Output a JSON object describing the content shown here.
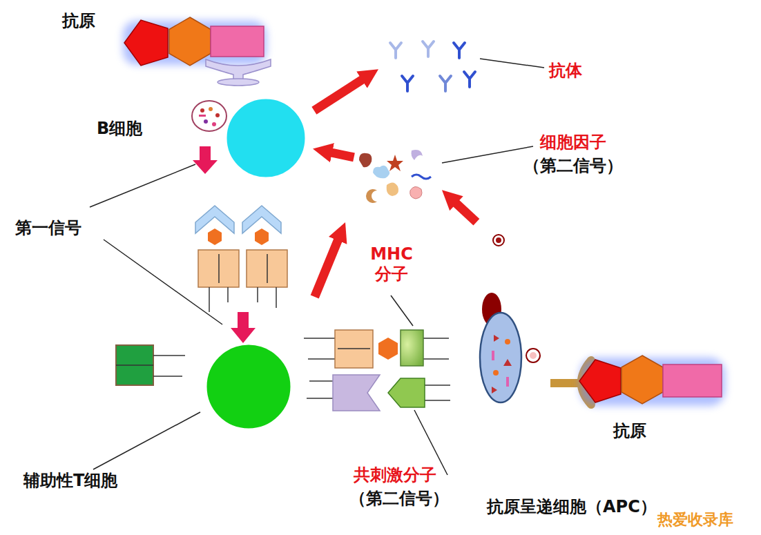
{
  "diagram": {
    "nodes": [
      {
        "text": [
          "B细胞"
        ]
      },
      {
        "text": [
          "抗体"
        ]
      },
      {
        "text": [
          "细胞因子",
          "（第二信号）"
        ]
      },
      {
        "text": [
          "辅助性T细胞"
        ]
      },
      {
        "text": [
          "抗原呈递细胞（APC）"
        ]
      }
    ],
    "edges": [
      {
        "from": 0,
        "to": 1,
        "arrow": "to"
      },
      {
        "from": 2,
        "to": 0,
        "arrow": "to"
      },
      {
        "from": 3,
        "to": 2,
        "arrow": "to"
      },
      {
        "from": 4,
        "to": 2,
        "arrow": "to"
      }
    ],
    "labels": [
      "抗原",
      "第一信号",
      "MHC 分子",
      "共刺激分子",
      "（第二信号）",
      "抗原",
      "热爱收录库"
    ]
  }
}
